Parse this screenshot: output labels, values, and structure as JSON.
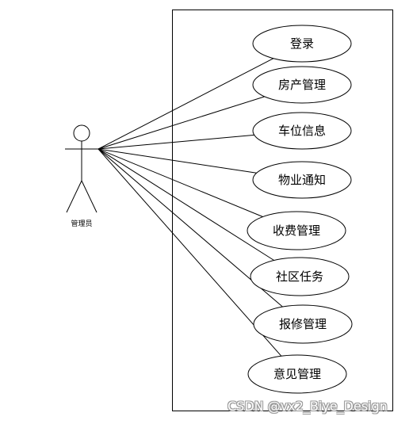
{
  "actor": {
    "label": "管理员"
  },
  "use_cases": [
    {
      "label": "登录"
    },
    {
      "label": "房产管理"
    },
    {
      "label": "车位信息"
    },
    {
      "label": "物业通知"
    },
    {
      "label": "收费管理"
    },
    {
      "label": "社区任务"
    },
    {
      "label": "报修管理"
    },
    {
      "label": "意见管理"
    }
  ],
  "watermark": "CSDN @vx2_Biye_Design",
  "colors": {
    "stroke": "#000000",
    "background": "#ffffff"
  }
}
